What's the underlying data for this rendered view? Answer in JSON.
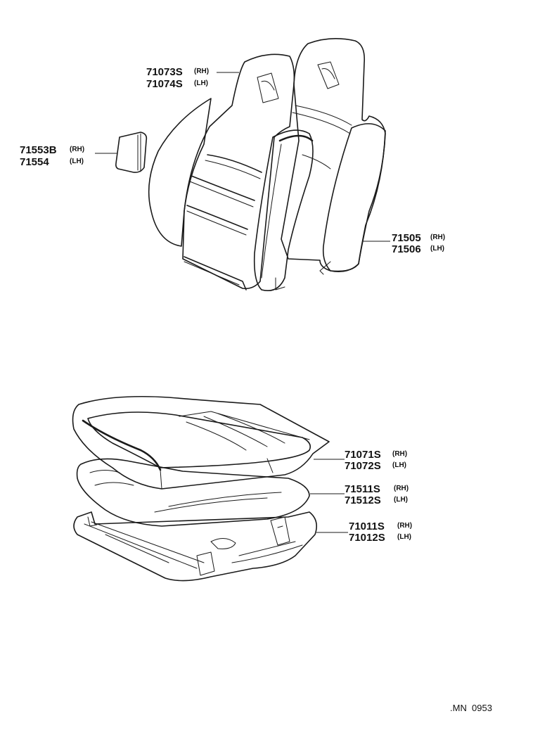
{
  "parts": {
    "headrest_cover": {
      "number_rh": "71073S",
      "side_rh": "(RH)",
      "number_lh": "71074S",
      "side_lh": "(LH)"
    },
    "side_pad": {
      "number_rh": "71553B",
      "side_rh": "(RH)",
      "number_lh": "71554",
      "side_lh": "(LH)"
    },
    "back_frame": {
      "number_rh": "71505",
      "side_rh": "(RH)",
      "number_lh": "71506",
      "side_lh": "(LH)"
    },
    "cushion_cover": {
      "number_rh": "71071S",
      "side_rh": "(RH)",
      "number_lh": "71072S",
      "side_lh": "(LH)"
    },
    "cushion_pad": {
      "number_rh": "71511S",
      "side_rh": "(RH)",
      "number_lh": "71512S",
      "side_lh": "(LH)"
    },
    "cushion_frame": {
      "number_rh": "71011S",
      "side_rh": "(RH)",
      "number_lh": "71012S",
      "side_lh": "(LH)"
    }
  },
  "diagram_code": ".MN  0953",
  "colors": {
    "ink": "#1a1a1a",
    "paper": "#ffffff"
  }
}
